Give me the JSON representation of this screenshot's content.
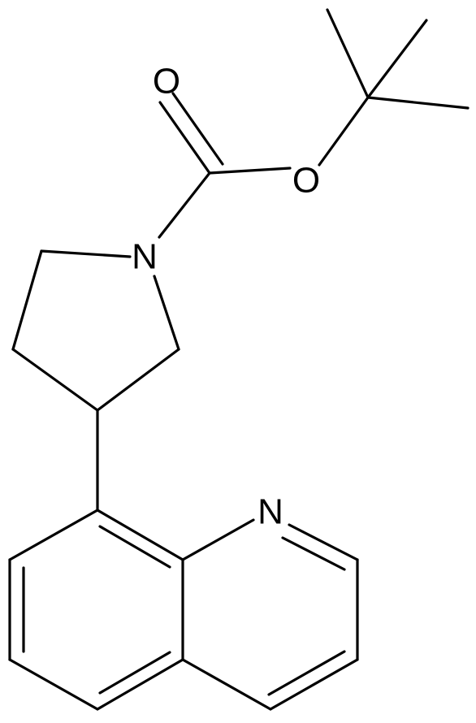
{
  "molecule": {
    "atoms": {
      "o_carbonyl": "O",
      "o_ester": "O",
      "n_pyrrolidine": "N",
      "n_quinoline": "N"
    },
    "bond_color": "#000000",
    "background": "#ffffff"
  }
}
